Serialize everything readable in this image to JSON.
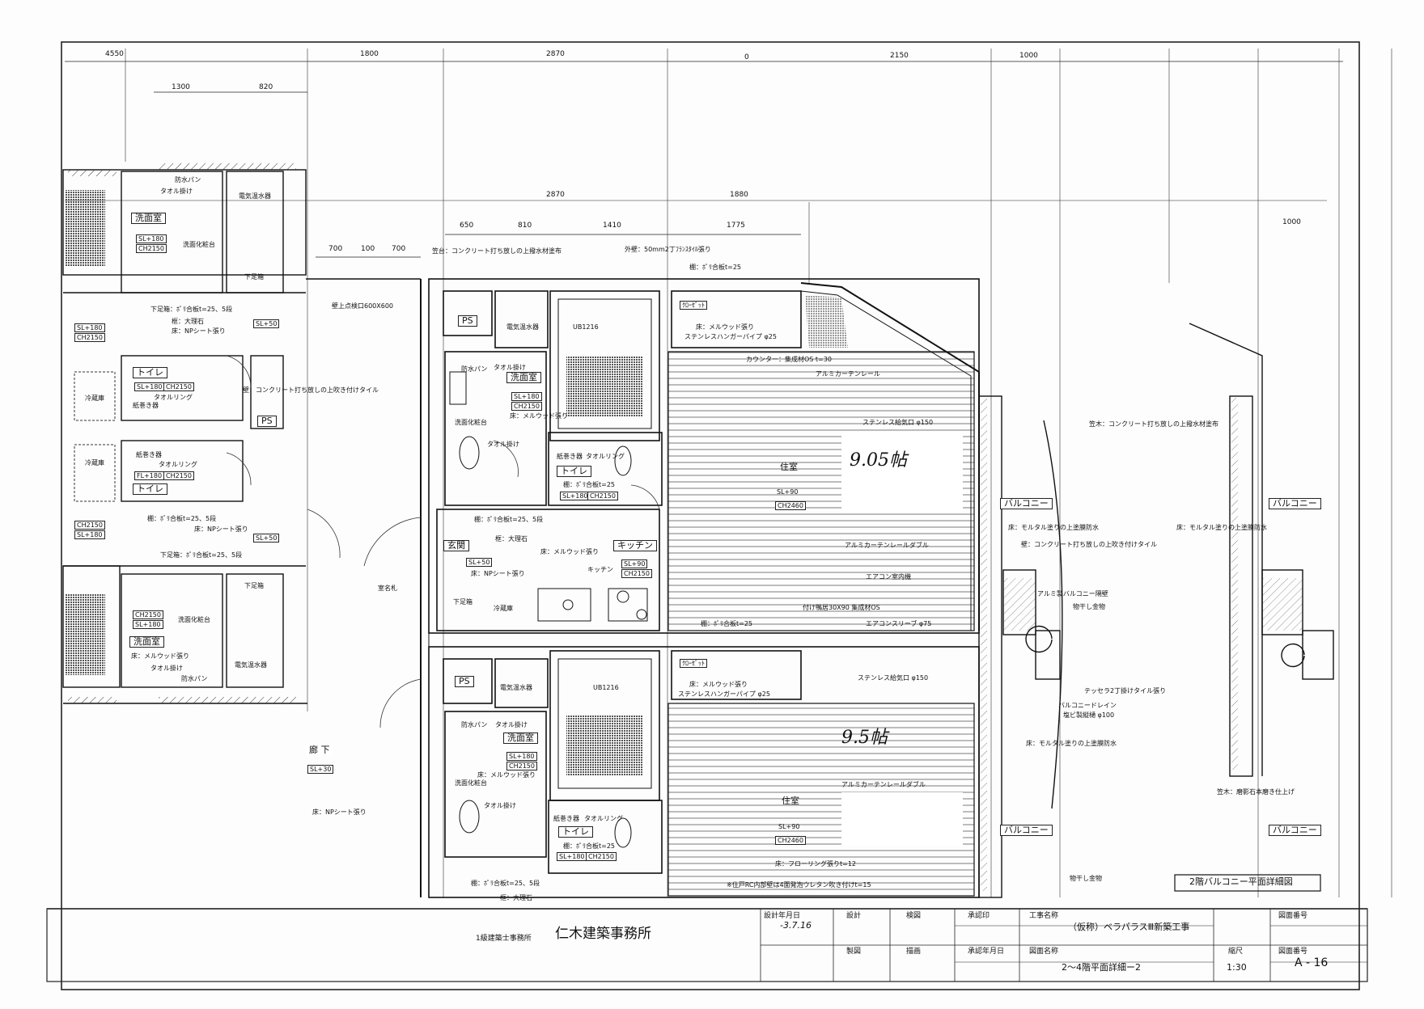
{
  "top_dims_row1": [
    "4550",
    "1800",
    "2870",
    "0",
    "2150",
    "1000"
  ],
  "top_dims_row2": [
    "1300",
    "820"
  ],
  "mid_dims_a": [
    "2870",
    "1880"
  ],
  "mid_dims_b": [
    "650",
    "810",
    "1410",
    "1775"
  ],
  "mid_dims_c": [
    "700",
    "100",
    "700"
  ],
  "right_dim": "1000",
  "rooms": {
    "washroom": "洗面室",
    "toilet": "トイレ",
    "ps": "PS",
    "closet": "ｸﾛｰｾﾞｯﾄ",
    "living": "住室",
    "entrance": "玄関",
    "kitchen": "キッチン",
    "balcony": "バルコニー",
    "corridor": "廊 下"
  },
  "tags": {
    "sl180": "SL+180",
    "ch2150": "CH2150",
    "sl50": "SL+50",
    "sl90": "SL+90",
    "ch2460": "CH2460",
    "fl180": "FL+180",
    "sl30": "SL+30",
    "ub1216": "UB1216"
  },
  "notes": {
    "parapet": "笠台：コンクリート打ち放しの上撥水材塗布",
    "exterior_wall": "外壁：50mm2丁ﾌﾗﾝｽﾀｲﾙ張り",
    "shelf": "棚：ﾎﾟﾘ合板t=25",
    "floor_melwood": "床：メルウッド張り",
    "hanger": "ステンレスハンガーパイプ φ25",
    "counter": "カウンター：集成材OS t=30",
    "curtain_rail": "アルミカーテンレール",
    "vent": "ステンレス給気口 φ150",
    "double_rail": "アルミカーテンレールダブル",
    "aircon": "エアコン室内機",
    "fixture": "付け鴨居30X90 集成材OS",
    "sleeve": "エアコンスリーブ φ75",
    "concrete_wall": "壁：コンクリート打ち放しの上吹き付けタイル",
    "np_sheet": "床：NPシート張り",
    "marble": "框：大理石",
    "waterproof_pan": "防水パン",
    "towel_bar": "タオル掛け",
    "towel_ring": "タオルリング",
    "paper": "紙巻き器",
    "vanity": "洗面化粧台",
    "water_heater": "電気温水器",
    "fridge": "冷蔵庫",
    "shoebox": "下足箱",
    "kitchen_note": "キッチン",
    "inspection": "壁上点検口600X600",
    "name_plate": "室名札",
    "flooring": "床：フローリング張りt=12",
    "urethane": "※住戸RC内部壁は4面発泡ウレタン吹き付けt=15",
    "balcony_mortar": "床：モルタル塗りの上塗膜防水",
    "balcony_wall": "壁：コンクリート打ち放しの上吹き付けタイル",
    "partition": "アルミ製バルコニー隔壁",
    "drying": "物干し金物",
    "tessera": "テッセラ2丁掛けタイル張り",
    "drain": "バルコニードレイン",
    "pvc": "塩ビ製縦樋 φ100",
    "coping": "笠木：コンクリート打ち放しの上撥水材塗布",
    "coping2": "笠木：磨影石本磨き仕上げ",
    "np_sheet2": "床：NPシート張り",
    "shelf_5": "棚：ﾎﾟﾘ合板t=25、5段",
    "shelf_lower": "下足箱：ﾎﾟﾘ合板t=25、5段"
  },
  "handwritten": {
    "unit1": "9.05帖",
    "unit2": "9.5帖"
  },
  "balcony_detail_title": "2階バルコニー平面詳細図",
  "title_block": {
    "design_date_label": "設計年月日",
    "design_date": "-3.7.16",
    "design_label": "設計",
    "check_label": "検図",
    "approve_label": "承認印",
    "project_label": "工事名称",
    "project_name": "（仮称）ベラパラスⅢ新築工事",
    "drawing_no_label": "図面番号",
    "drawing_no": "A - 16",
    "office_class": "1級建築士事務所",
    "office_name": "仁木建築事務所",
    "draw_label": "製図",
    "trace_label": "描画",
    "approve_date_label": "承認年月日",
    "drawing_name_label": "図面名称",
    "drawing_name": "2〜4階平面詳細ー2",
    "scale_label": "縮尺",
    "scale": "1:30"
  }
}
